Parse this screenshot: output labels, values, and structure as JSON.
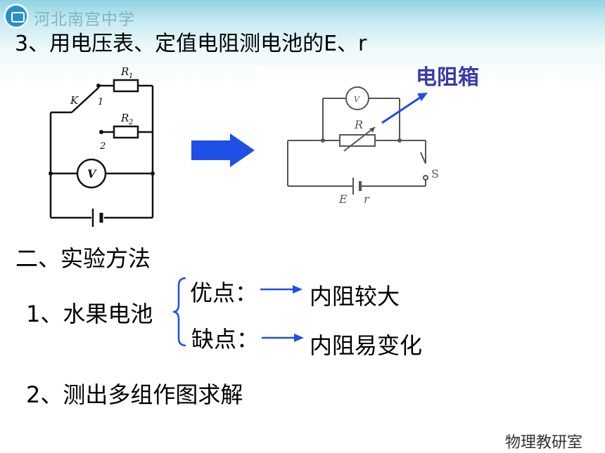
{
  "header": {
    "school_name": "河北南宫中学",
    "logo_icon": "school-logo-icon"
  },
  "slide": {
    "title": "3、用电压表、定值电阻测电池的E、r",
    "circuit_left": {
      "labels": {
        "r1": "R",
        "r1_sub": "1",
        "r2": "R",
        "r2_sub": "2",
        "switch": "K",
        "pos1": "1",
        "pos2": "2",
        "meter": "V"
      }
    },
    "circuit_right": {
      "labels": {
        "meter": "V",
        "rheostat": "R",
        "switch": "S",
        "emf": "E",
        "internal": "r"
      }
    },
    "resistance_box_label": "电阻箱",
    "section_heading": "二、实验方法",
    "item1": {
      "label": "1、水果电池",
      "advantage_label": "优点：",
      "advantage_text": "内阻较大",
      "disadvantage_label": "缺点：",
      "disadvantage_text": "内阻易变化"
    },
    "item2": {
      "label": "2、测出多组作图求解"
    },
    "footer": "物理教研室"
  },
  "colors": {
    "accent_blue": "#1f4fe6",
    "label_blue": "#3a3aa8",
    "header_cyan": "#8fd3e3"
  }
}
